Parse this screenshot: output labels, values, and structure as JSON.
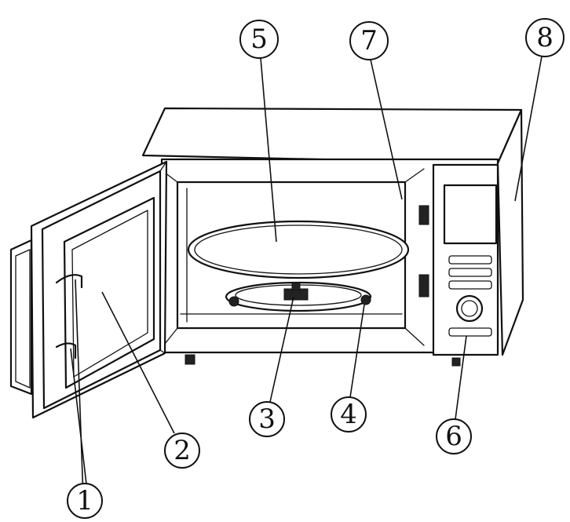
{
  "diagram": {
    "subject": "microwave-oven",
    "callouts": [
      {
        "id": "1",
        "label": "1"
      },
      {
        "id": "2",
        "label": "2"
      },
      {
        "id": "3",
        "label": "3"
      },
      {
        "id": "4",
        "label": "4"
      },
      {
        "id": "5",
        "label": "5"
      },
      {
        "id": "6",
        "label": "6"
      },
      {
        "id": "7",
        "label": "7"
      },
      {
        "id": "8",
        "label": "8"
      }
    ]
  }
}
